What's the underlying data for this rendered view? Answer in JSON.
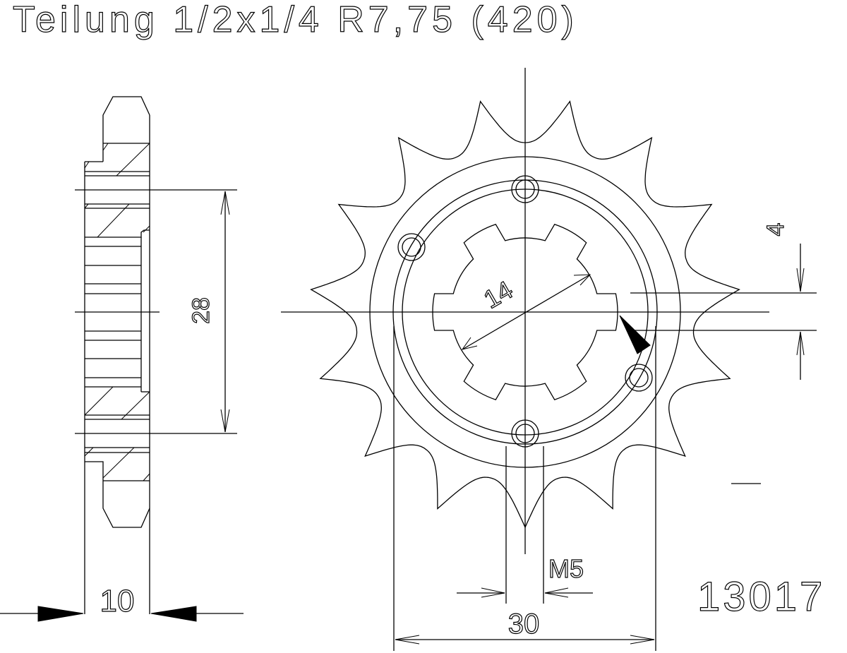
{
  "title": "Teilung 1/2x1/4 R7,75 (420)",
  "part_number": "13017",
  "side_view": {
    "dimension_height": "28",
    "dimension_width": "10"
  },
  "front_view": {
    "dimension_spline_diameter": "14",
    "dimension_bolt_span": "30",
    "dimension_thread": "M5",
    "dimension_offset": "4",
    "tooth_count": 15,
    "spline_teeth": 6,
    "bolt_holes": 4
  },
  "marker": "-"
}
